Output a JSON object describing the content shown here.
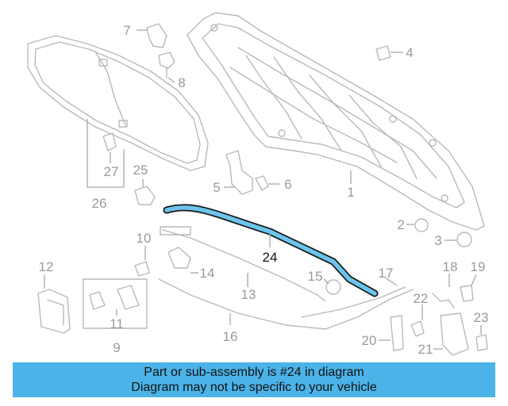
{
  "callouts": [
    {
      "id": "1",
      "label": "1"
    },
    {
      "id": "2",
      "label": "2"
    },
    {
      "id": "3",
      "label": "3"
    },
    {
      "id": "4",
      "label": "4"
    },
    {
      "id": "5",
      "label": "5"
    },
    {
      "id": "6",
      "label": "6"
    },
    {
      "id": "7",
      "label": "7"
    },
    {
      "id": "8",
      "label": "8"
    },
    {
      "id": "9",
      "label": "9"
    },
    {
      "id": "10",
      "label": "10"
    },
    {
      "id": "11",
      "label": "11"
    },
    {
      "id": "12",
      "label": "12"
    },
    {
      "id": "13",
      "label": "13"
    },
    {
      "id": "14",
      "label": "14"
    },
    {
      "id": "15",
      "label": "15"
    },
    {
      "id": "16",
      "label": "16"
    },
    {
      "id": "17",
      "label": "17"
    },
    {
      "id": "18",
      "label": "18"
    },
    {
      "id": "19",
      "label": "19"
    },
    {
      "id": "20",
      "label": "20"
    },
    {
      "id": "21",
      "label": "21"
    },
    {
      "id": "22",
      "label": "22"
    },
    {
      "id": "23",
      "label": "23"
    },
    {
      "id": "24",
      "label": "24"
    },
    {
      "id": "25",
      "label": "25"
    },
    {
      "id": "26",
      "label": "26"
    },
    {
      "id": "27",
      "label": "27"
    }
  ],
  "highlighted_part": "24",
  "colors": {
    "highlight_fill": "#6cc4ec",
    "highlight_stroke": "#1a1a1a",
    "banner": "#4bb3e8",
    "line_art": "#b9b9b9"
  },
  "banner": {
    "line1": "Part or sub-assembly is #24 in diagram",
    "line2": "Diagram may not be specific to your vehicle"
  }
}
